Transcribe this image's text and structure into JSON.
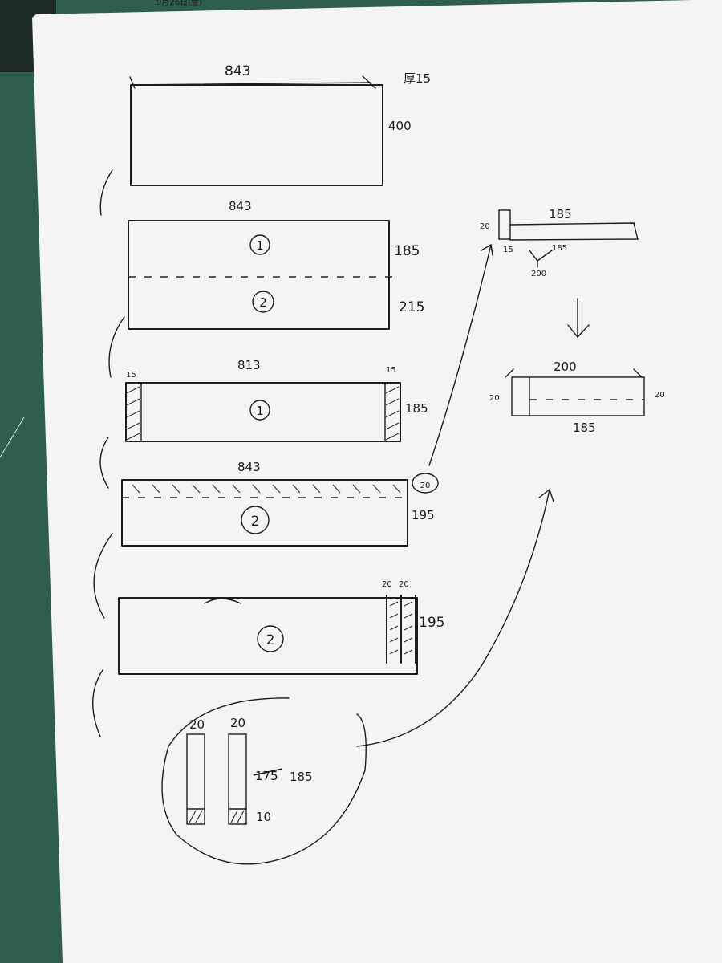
{
  "colors": {
    "mat": "#2f5e4f",
    "paper": "#f4f5f3",
    "ink": "#1d1d1d"
  },
  "sheet_top_edge_text": "9月26日(金)",
  "panel_full": {
    "width": "843",
    "height": "400",
    "thickness_note": "厚15"
  },
  "panel_split": {
    "width": "843",
    "part1_marker": "1",
    "part1_height": "185",
    "part2_marker": "2",
    "part2_height": "215"
  },
  "part1_trimmed": {
    "left_cut": "15",
    "right_cut": "15",
    "width": "813",
    "marker": "1",
    "height": "185"
  },
  "part2_strip_cut": {
    "width": "843",
    "strip": "20",
    "marker": "2",
    "height": "195"
  },
  "part2_end_cut": {
    "cut_a": "20",
    "cut_b": "20",
    "marker": "2",
    "height": "195"
  },
  "sticks": {
    "stick1_width": "20",
    "stick2_width": "20",
    "struck_length": "175",
    "length": "185",
    "hatched_bottom": "10"
  },
  "joint_detail": {
    "post": "20",
    "bar_top": "185",
    "bar_under": "185",
    "offset": "15",
    "total": "200"
  },
  "assembled": {
    "width": "200",
    "left": "20",
    "right": "20",
    "inner": "185"
  }
}
